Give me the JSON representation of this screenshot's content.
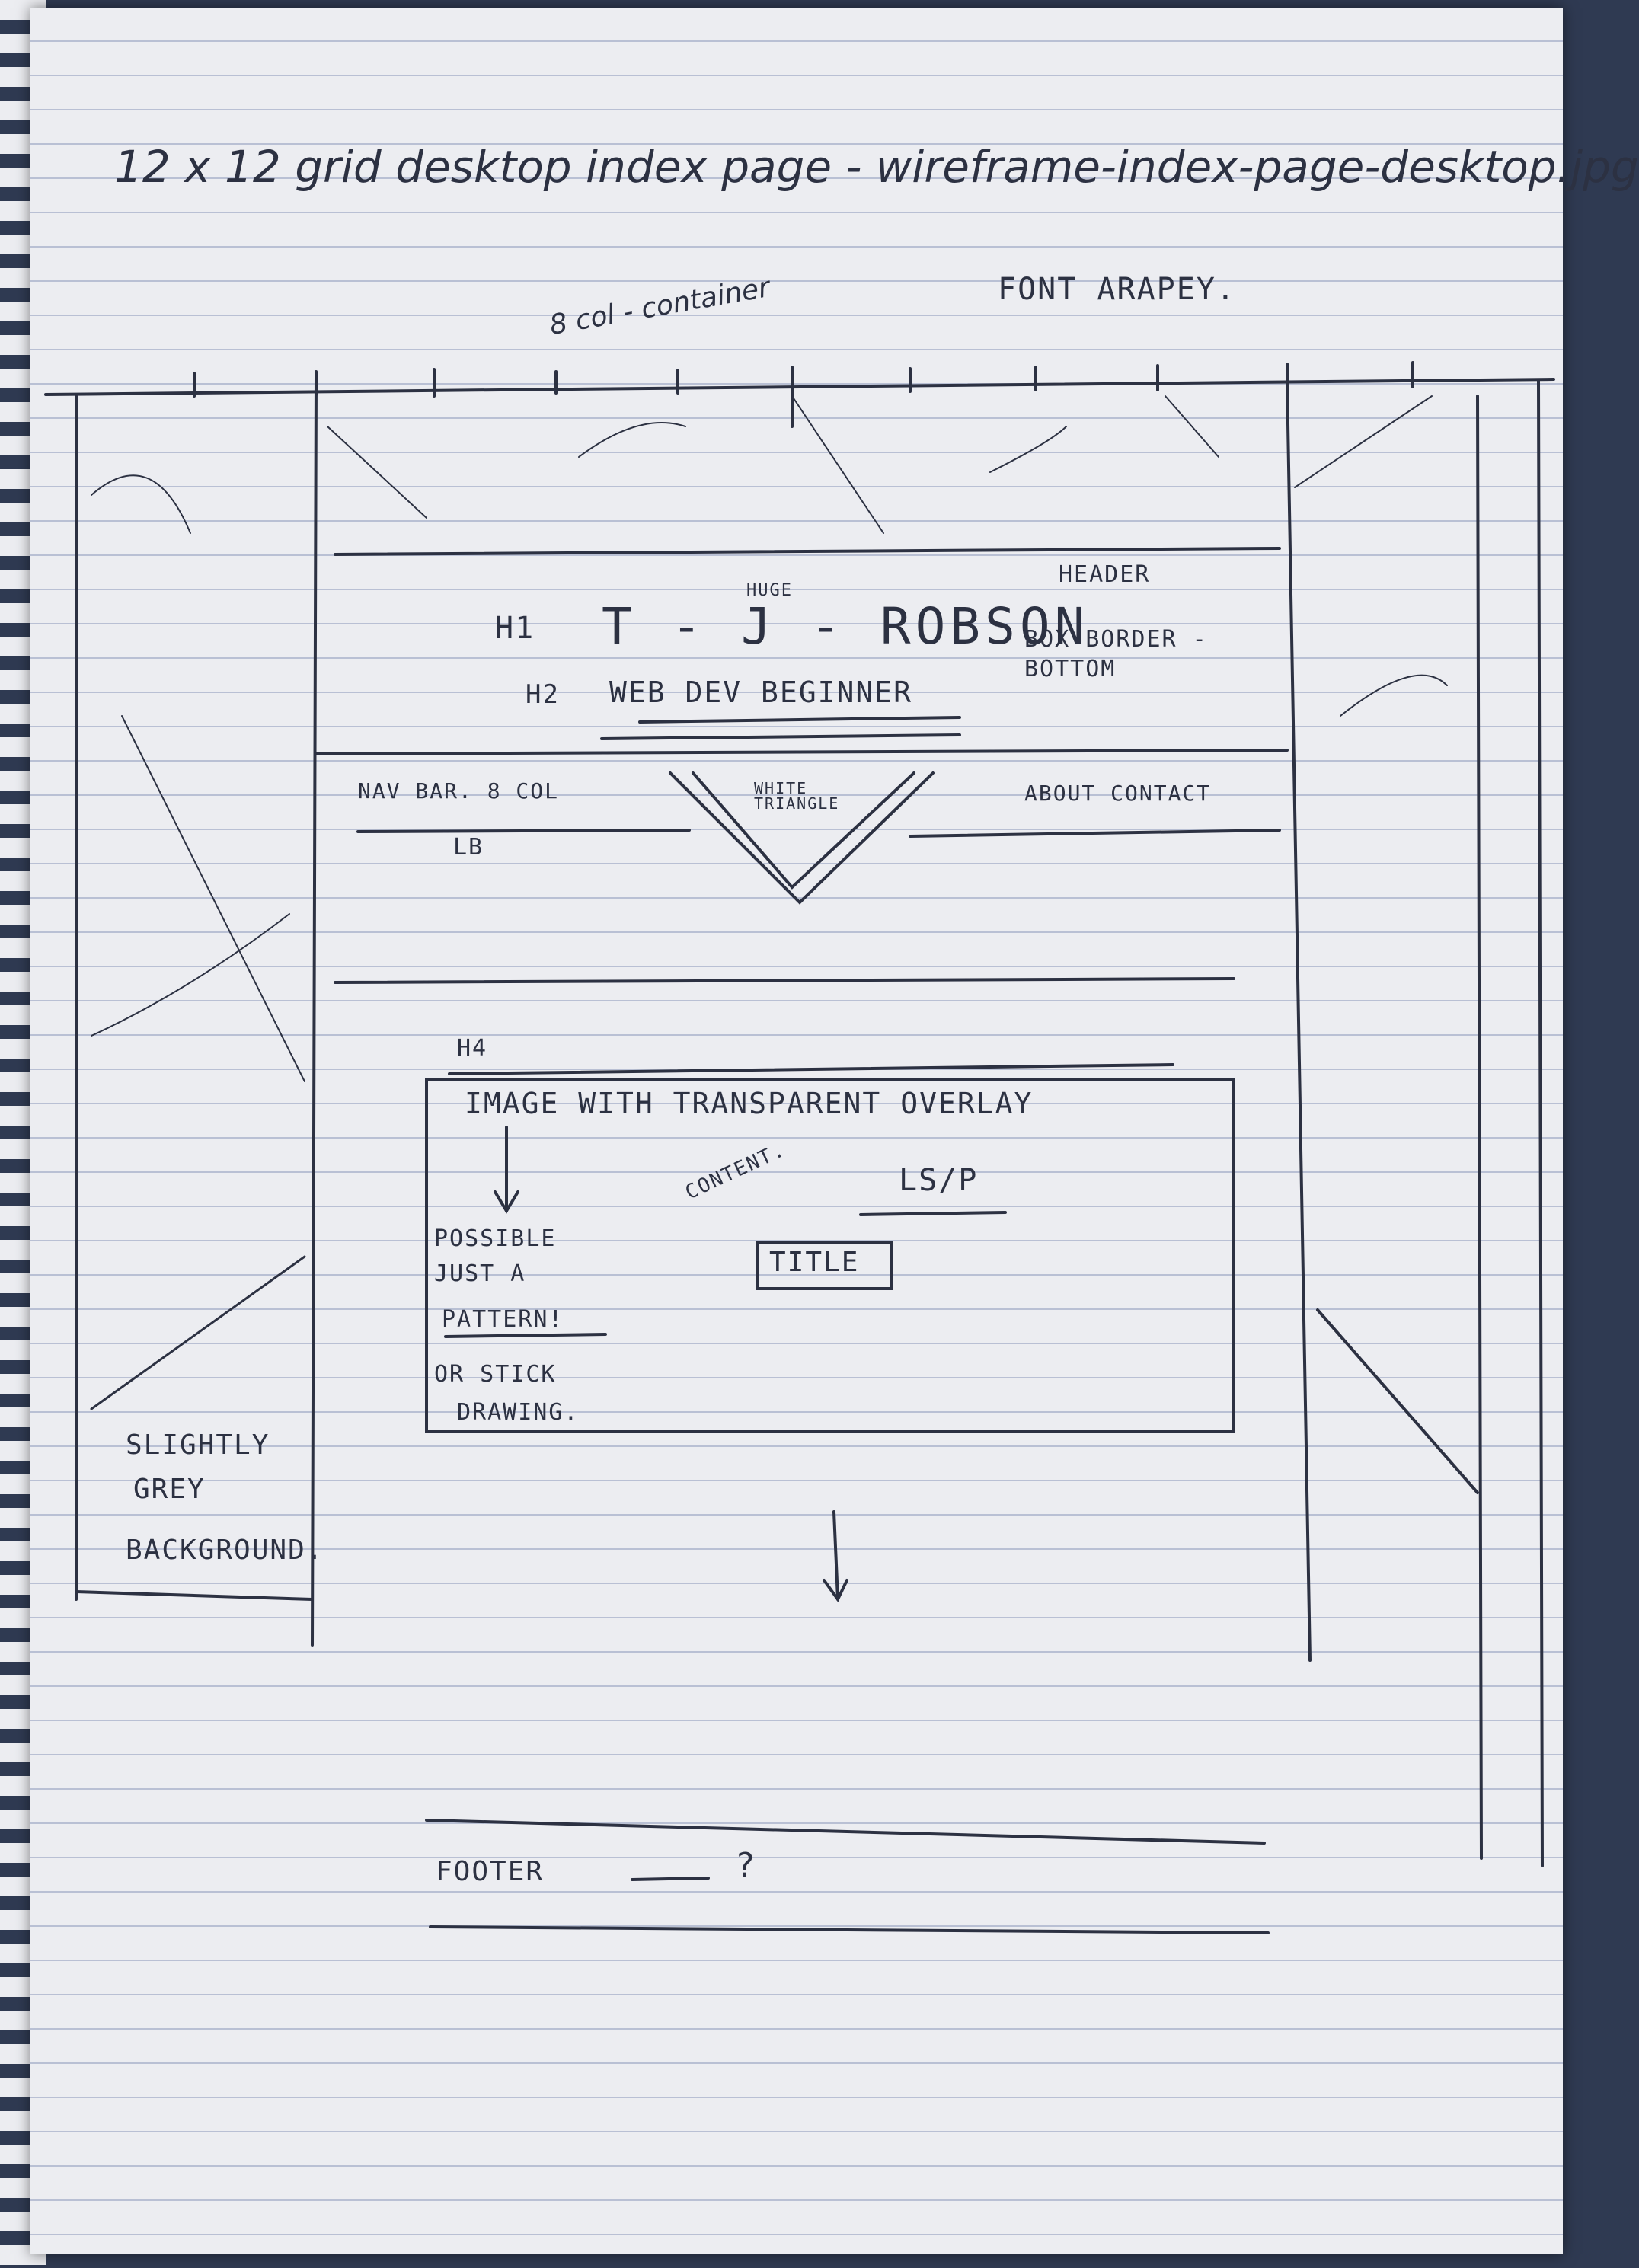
{
  "notes": {
    "title_line": "12 x 12 grid desktop index page - wireframe-index-page-desktop.jpg",
    "container_note": "8 col - container",
    "font_note": "FONT ARAPEY."
  },
  "header": {
    "label": "HEADER",
    "huge_note": "HUGE",
    "h1_tag": "H1",
    "name": "T - J - ROBSON",
    "h2_tag": "H2",
    "subtitle": "WEB DEV BEGINNER",
    "border_note": "BOX BORDER - BOTTOM"
  },
  "nav": {
    "left_label": "NAV BAR. 8 COL",
    "left_sub": "LB",
    "triangle_note": "WHITE TRIANGLE",
    "right_links": "ABOUT CONTACT"
  },
  "content": {
    "h4_tag": "H4",
    "image_note": "IMAGE WITH TRANSPARENT OVERLAY",
    "content_note": "CONTENT.",
    "ls_p": "LS/P",
    "title_box": "TITLE",
    "possible_note": [
      "POSSIBLE",
      "JUST A",
      "PATTERN!",
      "OR STICK",
      "DRAWING."
    ]
  },
  "side": {
    "background_note": [
      "SLIGHTLY",
      "GREY",
      "BACKGROUND."
    ]
  },
  "footer": {
    "label": "FOOTER",
    "question": "?"
  }
}
